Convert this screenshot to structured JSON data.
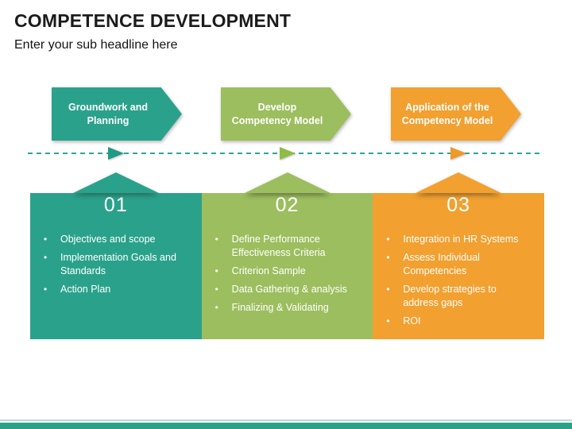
{
  "slide": {
    "title": "COMPETENCE DEVELOPMENT",
    "subtitle": "Enter your sub headline here"
  },
  "colors": {
    "teal": "#2aa28b",
    "green": "#9cbe5e",
    "orange": "#f2a02f",
    "timeline_dash": "#2aa79b",
    "bottom_bar": "#2aa28b",
    "bottom_accent_line": "#b9dcd6",
    "text_on_color": "#ffffff",
    "title_text": "#1b1b1b"
  },
  "stages": [
    {
      "arrow_label": "Groundwork and Planning",
      "number": "01",
      "color": "#2aa28b",
      "bullets": [
        "Objectives and scope",
        "Implementation Goals and Standards",
        "Action Plan"
      ]
    },
    {
      "arrow_label": "Develop Competency Model",
      "number": "02",
      "color": "#9cbe5e",
      "bullets": [
        "Define Performance Effectiveness Criteria",
        "Criterion Sample",
        "Data Gathering & analysis",
        "Finalizing & Validating"
      ]
    },
    {
      "arrow_label": "Application of the Competency Model",
      "number": "03",
      "color": "#f2a02f",
      "bullets": [
        "Integration in HR Systems",
        "Assess Individual Competencies",
        "Develop strategies to address gaps",
        "ROI"
      ]
    }
  ]
}
